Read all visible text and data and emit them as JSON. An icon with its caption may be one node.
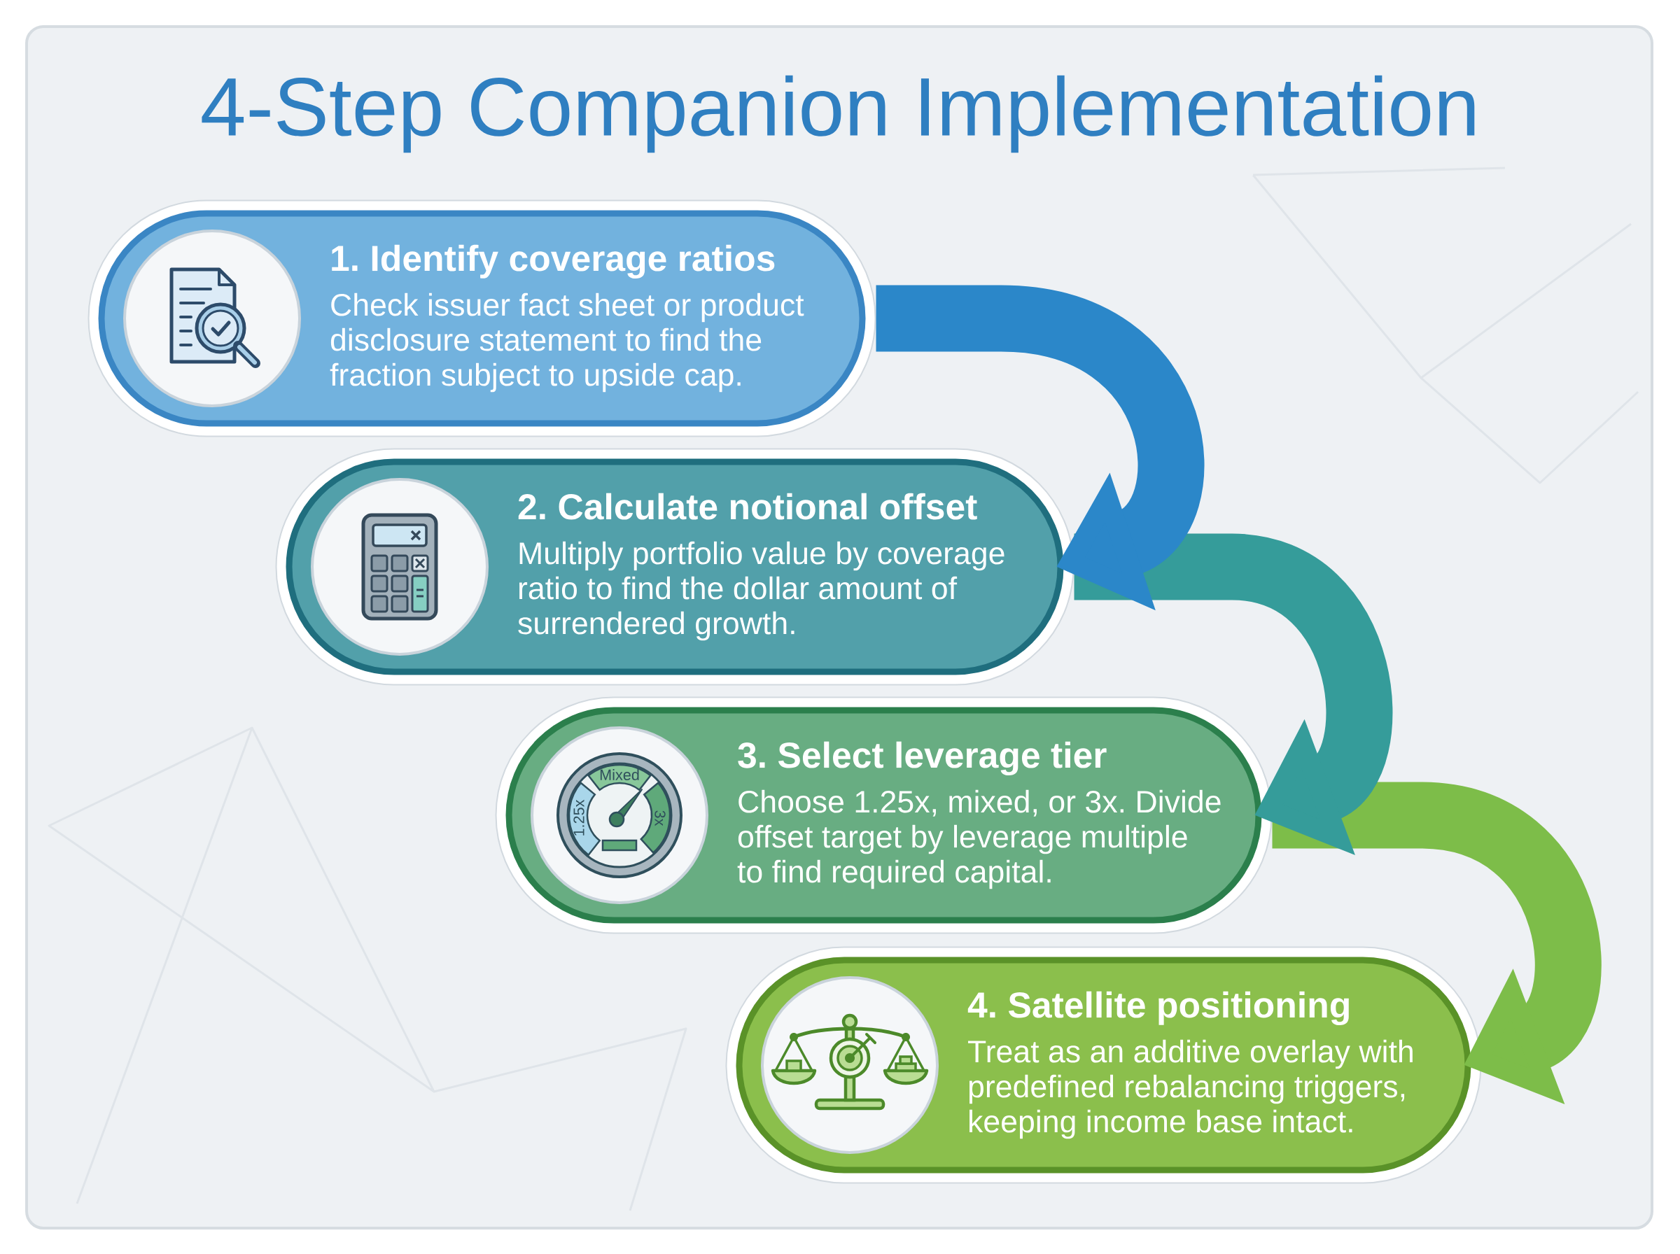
{
  "diagram": {
    "title": "4-Step Companion Implementation",
    "nodes": [
      {
        "text": [
          "1. Identify coverage ratios",
          "Check issuer fact sheet or product disclosure statement to find the fraction subject to upside cap."
        ]
      },
      {
        "text": [
          "2. Calculate notional offset",
          "Multiply portfolio value by coverage ratio to find the dollar amount of surrendered growth."
        ]
      },
      {
        "text": [
          "3. Select leverage tier",
          "Choose 1.25x, mixed, or 3x. Divide offset target by leverage multiple to find required capital."
        ]
      },
      {
        "text": [
          "4. Satellite positioning",
          "Treat as an additive overlay with predefined rebalancing triggers, keeping income base intact."
        ]
      }
    ],
    "edges": [
      {
        "from": 0,
        "to": 1,
        "arrow": "to",
        "color": "#2b87c9"
      },
      {
        "from": 1,
        "to": 2,
        "arrow": "to",
        "color": "#359c9a"
      },
      {
        "from": 2,
        "to": 3,
        "arrow": "to",
        "color": "#7dbd49"
      }
    ],
    "labels": [
      "Mixed",
      "1.25x",
      "3x"
    ]
  }
}
